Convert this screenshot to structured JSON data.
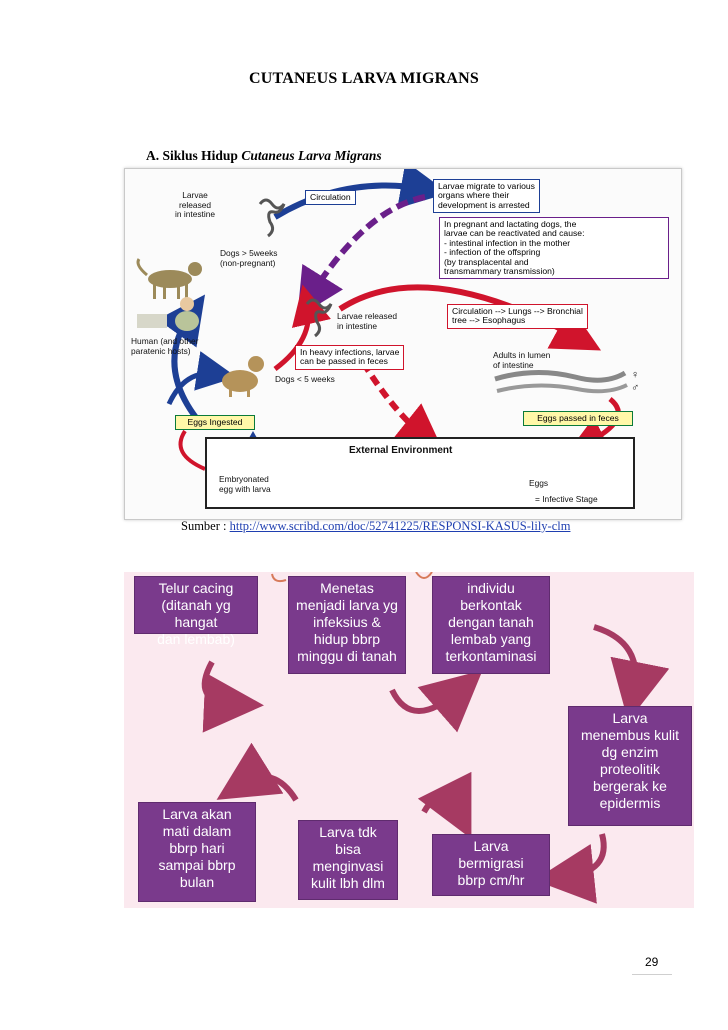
{
  "page": {
    "title": "CUTANEUS LARVA MIGRANS",
    "section_prefix": "A.  Siklus Hidup ",
    "section_italic": "Cutaneus Larva Migrans",
    "source_prefix": "Sumber : ",
    "source_link": "http://www.scribd.com/doc/52741225/RESPONSI-KASUS-lily-clm",
    "page_number": "29"
  },
  "figure1": {
    "labels": {
      "larvae_released": [
        "Larvae",
        "released",
        "in intestine"
      ],
      "dogs_over5": [
        "Dogs > 5weeks",
        "(non-pregnant)"
      ],
      "human": [
        "Human (and other",
        "paratenic hosts)"
      ],
      "larvae_released2": [
        "Larvae released",
        "in intestine"
      ],
      "dogs_under5": "Dogs < 5 weeks",
      "adults": [
        "Adults in lumen",
        "of intestine"
      ],
      "embryonated": [
        "Embryonated",
        "egg with larva"
      ],
      "eggs": "Eggs",
      "infective": "= Infective Stage",
      "female": "♀",
      "male": "♂"
    },
    "boxes": {
      "circulation": "Circulation",
      "migrate": [
        "Larvae migrate to various",
        "organs where their",
        "development is arrested"
      ],
      "pregnant": [
        "In pregnant and lactating dogs, the",
        "larvae can be reactivated and cause:",
        "- intestinal infection in the mother",
        "- infection of the offspring",
        "  (by transplacental and",
        "   transmammary transmission)"
      ],
      "circulation_lungs": [
        "Circulation --> Lungs --> Bronchial",
        "tree --> Esophagus"
      ],
      "heavy": [
        "In heavy infections, larvae",
        "can be passed in feces"
      ],
      "eggs_ingested": "Eggs Ingested",
      "eggs_feces": "Eggs passed in feces",
      "external": "External Environment"
    },
    "colors": {
      "blue": "#1d3f95",
      "red": "#d0142c",
      "purple": "#6a1f8a"
    }
  },
  "figure2": {
    "boxes": {
      "b1": [
        "Telur cacing",
        "(ditanah yg hangat",
        "dan lembab)"
      ],
      "b2": [
        "Menetas",
        "menjadi larva yg",
        "infeksius &",
        "hidup bbrp",
        "minggu di tanah"
      ],
      "b3": [
        "individu",
        "berkontak",
        "dengan tanah",
        "lembab yang",
        "terkontaminasi"
      ],
      "b4": [
        "Larva ",
        "menembus kulit",
        "dg enzim",
        "proteolitik ",
        "bergerak ke",
        "epidermis"
      ],
      "b5": [
        "Larva ",
        "bermigrasi",
        "bbrp cm/hr"
      ],
      "b6": [
        "Larva  tdk",
        "bisa",
        "menginvasi",
        "kulit lbh dlm"
      ],
      "b7": [
        "Larva  akan",
        "mati dalam",
        "bbrp hari",
        "sampai bbrp",
        "bulan"
      ]
    },
    "colors": {
      "box": "#7a3a8c",
      "arrow": "#a63a62",
      "background": "#fbe9ef"
    }
  }
}
